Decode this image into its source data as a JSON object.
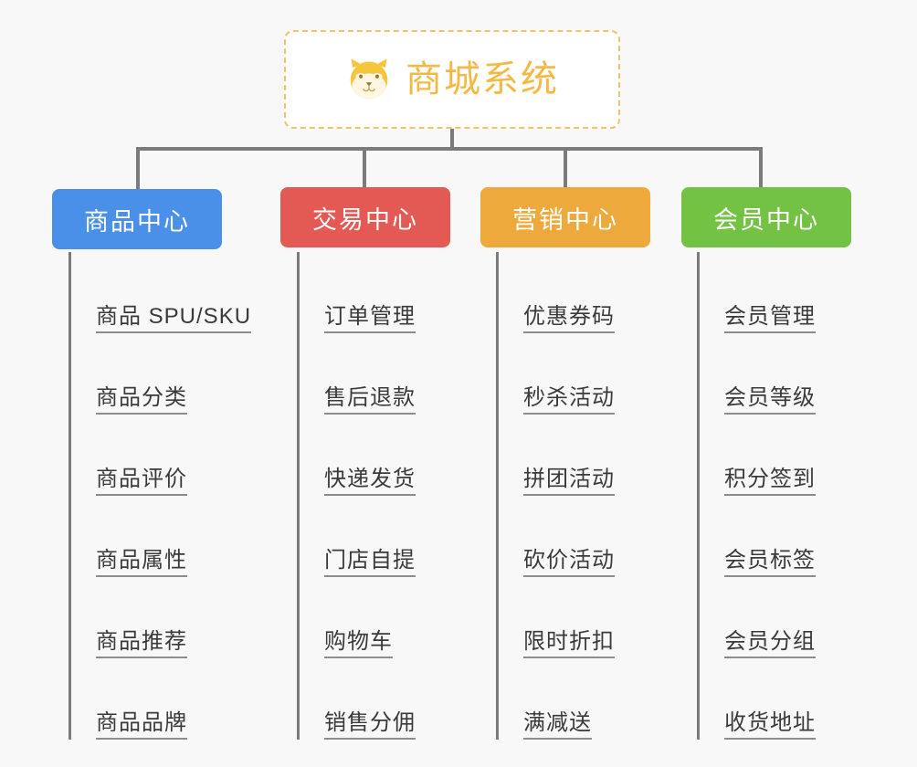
{
  "page": {
    "background_color": "#f8f8f8",
    "type": "mind-map",
    "connector_color": "#7b7b7b"
  },
  "root": {
    "title": "商城系统",
    "icon": "dog-face-emoji",
    "text_color": "#f2b945",
    "border_color": "#f0c36b",
    "background_color": "#ffffff"
  },
  "branches": [
    {
      "label": "商品中心",
      "color": "#4a90e8",
      "leaves": [
        "商品 SPU/SKU",
        "商品分类",
        "商品评价",
        "商品属性",
        "商品推荐",
        "商品品牌"
      ]
    },
    {
      "label": "交易中心",
      "color": "#e35a55",
      "leaves": [
        "订单管理",
        "售后退款",
        "快递发货",
        "门店自提",
        "购物车",
        "销售分佣"
      ]
    },
    {
      "label": "营销中心",
      "color": "#eda93c",
      "leaves": [
        "优惠券码",
        "秒杀活动",
        "拼团活动",
        "砍价活动",
        "限时折扣",
        "满减送"
      ]
    },
    {
      "label": "会员中心",
      "color": "#73c244",
      "leaves": [
        "会员管理",
        "会员等级",
        "积分签到",
        "会员标签",
        "会员分组",
        "收货地址"
      ]
    }
  ]
}
